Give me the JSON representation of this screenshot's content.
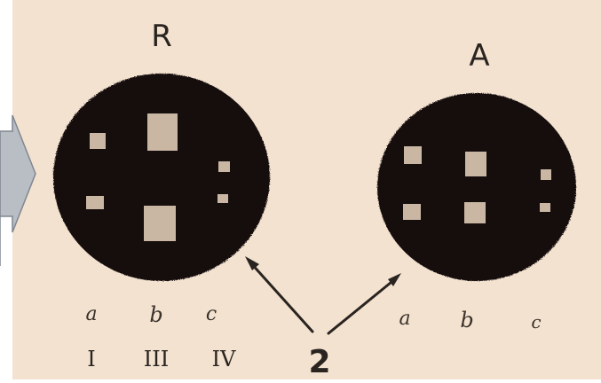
{
  "plate": {
    "disc_left_title": "R",
    "disc_right_title": "A",
    "left_letters": [
      "a",
      "b",
      "c"
    ],
    "right_letters": [
      "a",
      "b",
      "c"
    ],
    "roman_labels": [
      "I",
      "III",
      "IV"
    ],
    "pointer_label": "2"
  },
  "colors": {
    "paper": "#f3e2cf",
    "disc": "#141010",
    "square": "#c9b7a3",
    "callout": "#b9bdc4",
    "callout_border": "#7f8791",
    "ink": "#2a2420"
  }
}
